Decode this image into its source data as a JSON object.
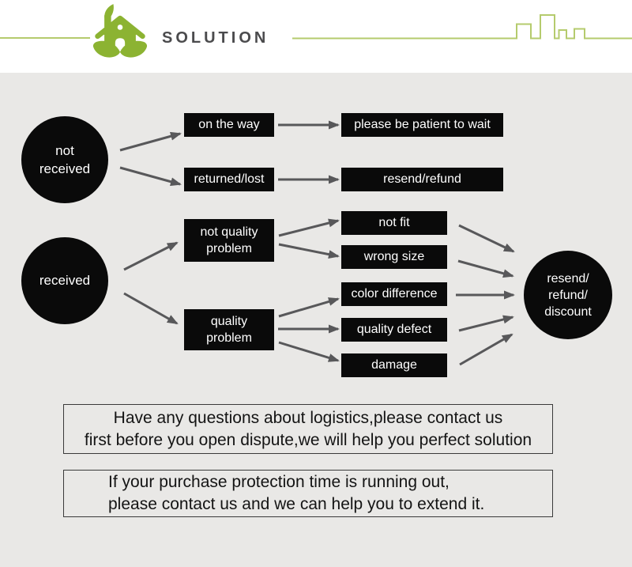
{
  "header": {
    "title": "SOLUTION"
  },
  "flowchart": {
    "nodes": {
      "not_received": "not\nreceived",
      "received": "received",
      "on_the_way": "on the way",
      "returned_lost": "returned/lost",
      "not_quality_problem": "not quality\nproblem",
      "quality_problem": "quality\nproblem",
      "please_wait": "please be patient to wait",
      "resend_refund": "resend/refund",
      "not_fit": "not fit",
      "wrong_size": "wrong size",
      "color_difference": "color difference",
      "quality_defect": "quality defect",
      "damage": "damage",
      "end": "resend/\nrefund/\ndiscount"
    },
    "edges": [
      [
        "not received",
        "on the way"
      ],
      [
        "not received",
        "returned/lost"
      ],
      [
        "on the way",
        "please be patient to wait"
      ],
      [
        "returned/lost",
        "resend/refund"
      ],
      [
        "received",
        "not quality problem"
      ],
      [
        "received",
        "quality problem"
      ],
      [
        "not quality problem",
        "not fit"
      ],
      [
        "not quality problem",
        "wrong size"
      ],
      [
        "quality problem",
        "color difference"
      ],
      [
        "quality problem",
        "quality defect"
      ],
      [
        "quality problem",
        "damage"
      ],
      [
        "not fit",
        "resend/refund/discount"
      ],
      [
        "wrong size",
        "resend/refund/discount"
      ],
      [
        "color difference",
        "resend/refund/discount"
      ],
      [
        "quality defect",
        "resend/refund/discount"
      ],
      [
        "damage",
        "resend/refund/discount"
      ]
    ]
  },
  "notes": {
    "logistics": "Have any questions about logistics,please contact us\nfirst before you open dispute,we will help you perfect solution",
    "protection": "If your purchase protection time is running out,\nplease contact us and we can help you to extend it."
  },
  "colors": {
    "brand_green": "#8cb332",
    "line_green": "#b5cb6d",
    "panel_gray": "#e9e8e6",
    "node_black": "#0a0a0a",
    "node_text": "#ffffff",
    "arrow_gray": "#58585a",
    "title_gray": "#4b4b4d"
  }
}
